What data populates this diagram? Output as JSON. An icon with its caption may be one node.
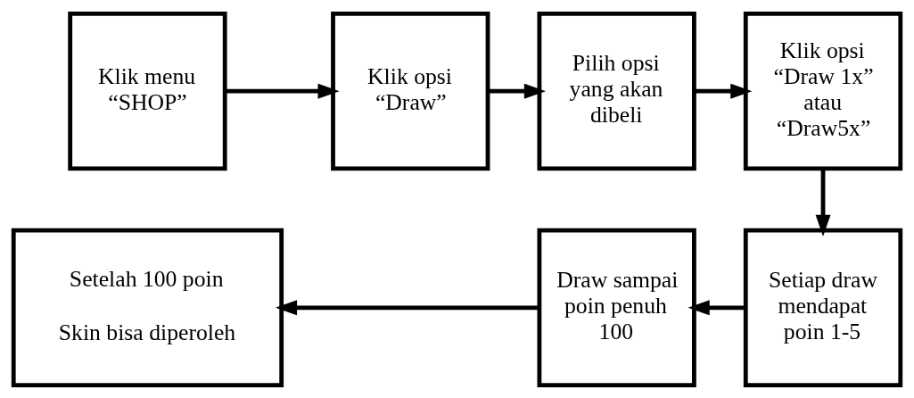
{
  "diagram": {
    "nodes": [
      {
        "text": [
          "Klik menu “SHOP”"
        ]
      },
      {
        "text": [
          "Klik opsi “Draw”"
        ]
      },
      {
        "text": [
          "Pilih opsi yang akan dibeli"
        ]
      },
      {
        "text": [
          "Klik opsi “Draw 1x” atau “Draw5x”"
        ]
      },
      {
        "text": [
          "Setiap draw mendapat poin 1-5"
        ]
      },
      {
        "text": [
          "Draw sampai poin penuh 100"
        ]
      },
      {
        "text": [
          "Setelah 100 poin",
          "Skin bisa diperoleh"
        ]
      }
    ],
    "edges": [
      {
        "from": 0,
        "to": 1,
        "arrow": "to"
      },
      {
        "from": 1,
        "to": 2,
        "arrow": "to"
      },
      {
        "from": 2,
        "to": 3,
        "arrow": "to"
      },
      {
        "from": 3,
        "to": 4,
        "arrow": "to"
      },
      {
        "from": 4,
        "to": 5,
        "arrow": "to"
      },
      {
        "from": 5,
        "to": 6,
        "arrow": "to"
      }
    ]
  }
}
